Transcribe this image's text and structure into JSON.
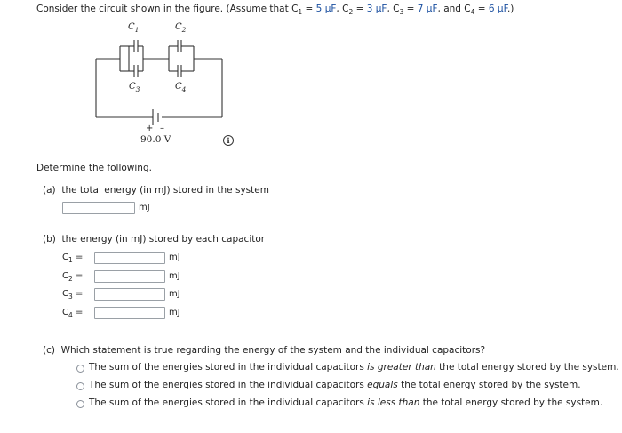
{
  "question": {
    "lead": "Consider the circuit shown in the figure. (Assume that ",
    "c1": {
      "sym": "C",
      "sub": "1",
      "eq": " = ",
      "val": "5 μF",
      "sep": ", "
    },
    "c2": {
      "sym": "C",
      "sub": "2",
      "eq": " = ",
      "val": "3 μF",
      "sep": ", "
    },
    "c3": {
      "sym": "C",
      "sub": "3",
      "eq": " = ",
      "val": "7 μF",
      "sep": ", and "
    },
    "c4": {
      "sym": "C",
      "sub": "4",
      "eq": " = ",
      "val": "6 μF",
      "sep": ".)"
    }
  },
  "figure": {
    "labels": {
      "c1": "C",
      "c1_sub": "1",
      "c2": "C",
      "c2_sub": "2",
      "c3": "C",
      "c3_sub": "3",
      "c4": "C",
      "c4_sub": "4"
    },
    "battery_plus": "+",
    "battery_minus": "–",
    "voltage": "90.0 V",
    "info_icon": "info-icon"
  },
  "determine": "Determine the following.",
  "part_a": {
    "label": "(a)",
    "text": "the total energy (in mJ) stored in the system",
    "value": "",
    "unit": "mJ"
  },
  "part_b": {
    "label": "(b)",
    "text": "the energy (in mJ) stored by each capacitor",
    "rows": [
      {
        "sym": "C",
        "sub": "1",
        "eq": "=",
        "value": "",
        "unit": "mJ"
      },
      {
        "sym": "C",
        "sub": "2",
        "eq": "=",
        "value": "",
        "unit": "mJ"
      },
      {
        "sym": "C",
        "sub": "3",
        "eq": "=",
        "value": "",
        "unit": "mJ"
      },
      {
        "sym": "C",
        "sub": "4",
        "eq": "=",
        "value": "",
        "unit": "mJ"
      }
    ]
  },
  "part_c": {
    "label": "(c)",
    "text": "Which statement is true regarding the energy of the system and the individual capacitors?",
    "options": [
      {
        "pre": "The sum of the energies stored in the individual capacitors ",
        "em": "is greater than",
        "post": " the total energy stored by the system."
      },
      {
        "pre": "The sum of the energies stored in the individual capacitors ",
        "em": "equals",
        "post": " the total energy stored by the system."
      },
      {
        "pre": "The sum of the energies stored in the individual capacitors ",
        "em": "is less than",
        "post": " the total energy stored by the system."
      }
    ]
  }
}
